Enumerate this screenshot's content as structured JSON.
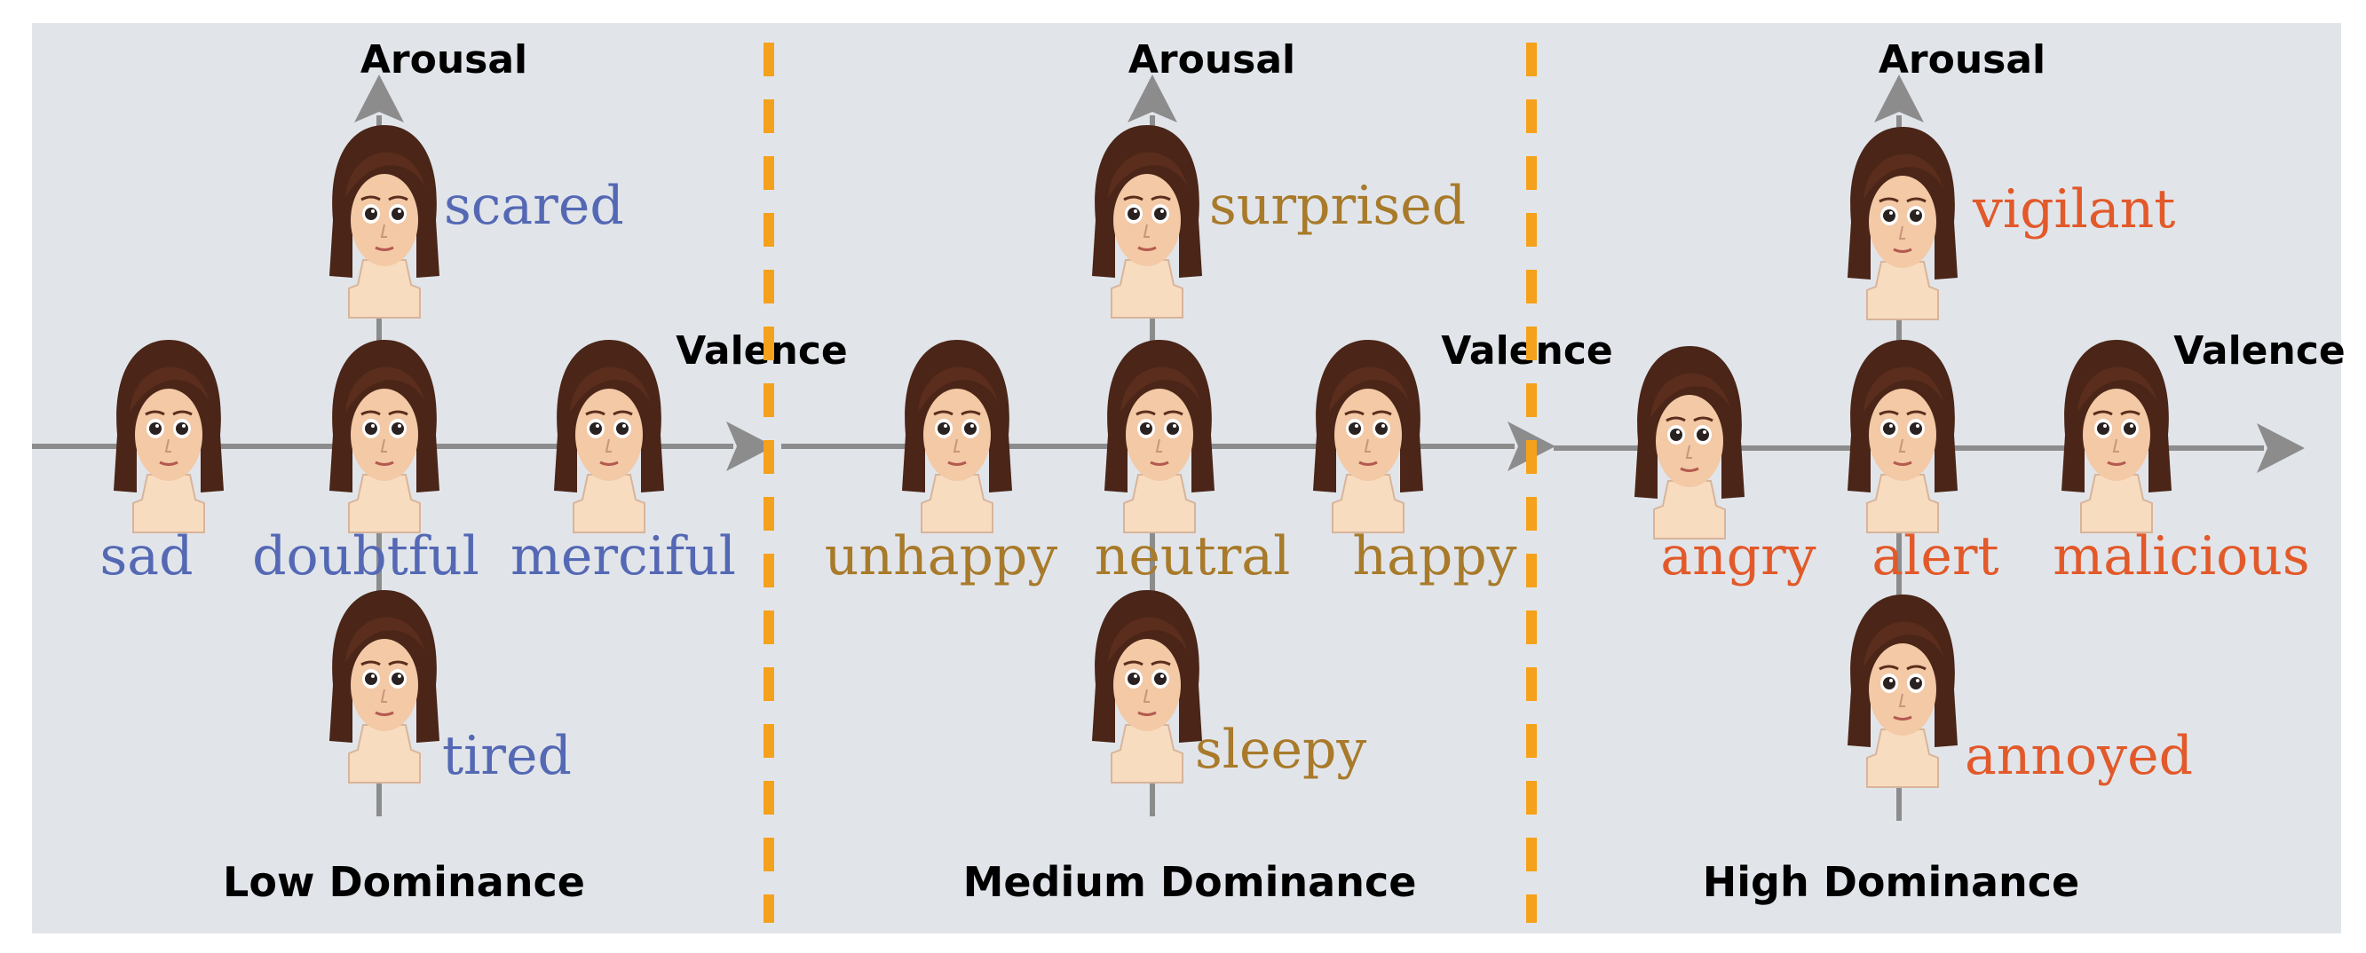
{
  "colors": {
    "background": "#e1e5ea",
    "axis": "#8c8c8c",
    "divider": "#f5a11c",
    "panel_text": [
      "#5468b4",
      "#a87a2a",
      "#e2592a"
    ],
    "hair": "#4a2518",
    "skin": "#f3c9a6",
    "neck": "#f8dcc0"
  },
  "panels": [
    {
      "axis_y_label": "Arousal",
      "axis_x_label": "Valence",
      "dominance_label": "Low Dominance",
      "emotions": {
        "top": "scared",
        "left": "sad",
        "center": "doubtful",
        "right": "merciful",
        "bottom": "tired"
      }
    },
    {
      "axis_y_label": "Arousal",
      "axis_x_label": "Valence",
      "dominance_label": "Medium Dominance",
      "emotions": {
        "top": "surprised",
        "left": "unhappy",
        "center": "neutral",
        "right": "happy",
        "bottom": "sleepy"
      }
    },
    {
      "axis_y_label": "Arousal",
      "axis_x_label": "Valence",
      "dominance_label": "High Dominance",
      "emotions": {
        "top": "vigilant",
        "left": "angry",
        "center": "alert",
        "right": "malicious",
        "bottom": "annoyed"
      }
    }
  ]
}
